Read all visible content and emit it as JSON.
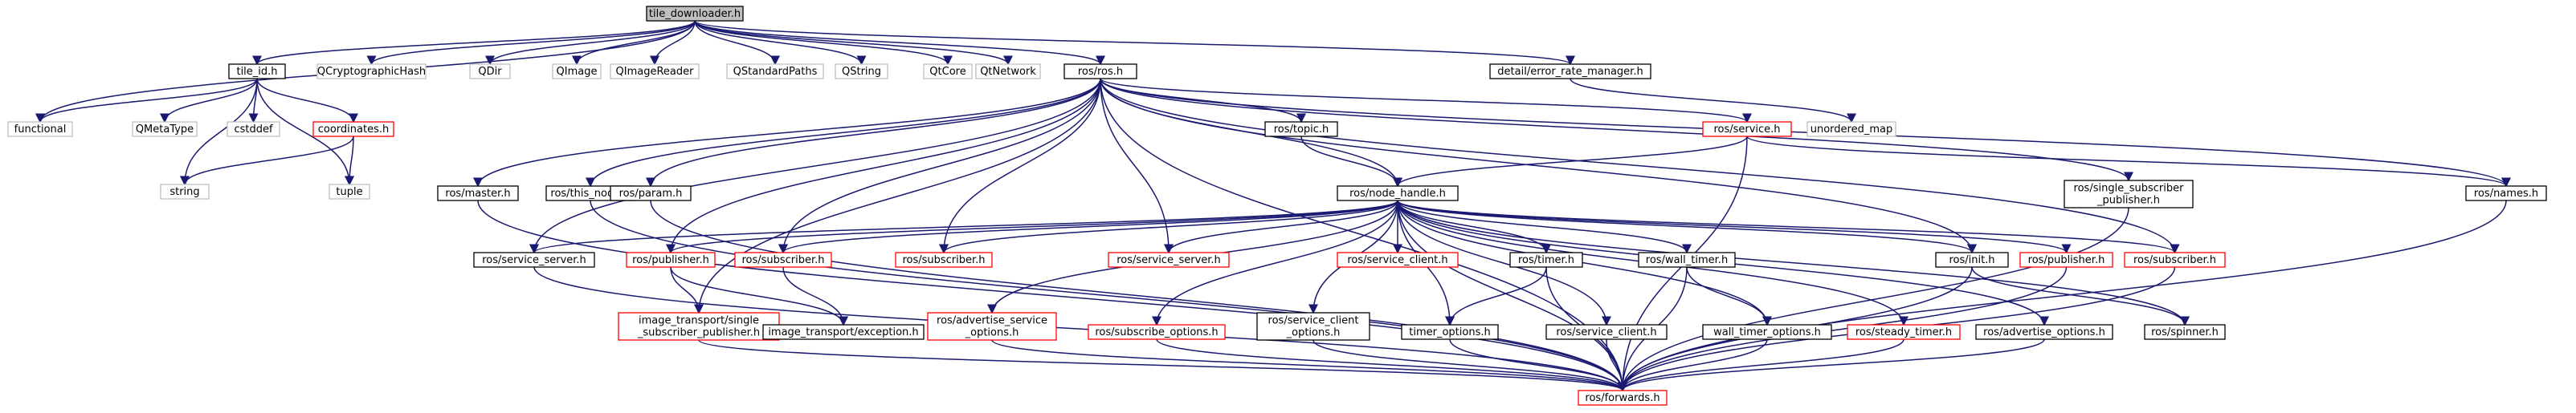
{
  "nodes": [
    {
      "id": "tile_downloader",
      "label": "tile_downloader.h",
      "kind": "root"
    },
    {
      "id": "functional",
      "label": "functional",
      "kind": "external"
    },
    {
      "id": "QCryptographicHash",
      "label": "QCryptographicHash",
      "kind": "external"
    },
    {
      "id": "QDir",
      "label": "QDir",
      "kind": "external"
    },
    {
      "id": "QImage",
      "label": "QImage",
      "kind": "external"
    },
    {
      "id": "QImageReader",
      "label": "QImageReader",
      "kind": "external"
    },
    {
      "id": "QStandardPaths",
      "label": "QStandardPaths",
      "kind": "external"
    },
    {
      "id": "QString",
      "label": "QString",
      "kind": "external"
    },
    {
      "id": "QtCore",
      "label": "QtCore",
      "kind": "external"
    },
    {
      "id": "QtNetwork",
      "label": "QtNetwork",
      "kind": "external"
    },
    {
      "id": "tile_id",
      "label": "tile_id.h",
      "kind": "local"
    },
    {
      "id": "QMetaType",
      "label": "QMetaType",
      "kind": "external"
    },
    {
      "id": "cstddef",
      "label": "cstddef",
      "kind": "external"
    },
    {
      "id": "coordinates",
      "label": "coordinates.h",
      "kind": "missing"
    },
    {
      "id": "string",
      "label": "string",
      "kind": "external"
    },
    {
      "id": "tuple",
      "label": "tuple",
      "kind": "external"
    },
    {
      "id": "ros_ros",
      "label": "ros/ros.h",
      "kind": "local"
    },
    {
      "id": "error_rate_manager",
      "label": "detail/error_rate_manager.h",
      "kind": "local"
    },
    {
      "id": "unordered_map",
      "label": "unordered_map",
      "kind": "external"
    },
    {
      "id": "ros_topic",
      "label": "ros/topic.h",
      "kind": "local"
    },
    {
      "id": "ros_service_top",
      "label": "ros/service.h",
      "kind": "missing"
    },
    {
      "id": "ros_master",
      "label": "ros/master.h",
      "kind": "local"
    },
    {
      "id": "ros_this_node",
      "label": "ros/this_node.h",
      "kind": "local"
    },
    {
      "id": "ros_param",
      "label": "ros/param.h",
      "kind": "local"
    },
    {
      "id": "ros_node_handle",
      "label": "ros/node_handle.h",
      "kind": "local"
    },
    {
      "id": "ros_single_sub_pub",
      "label": "ros/single_subscriber\n_publisher.h",
      "kind": "local"
    },
    {
      "id": "ros_names",
      "label": "ros/names.h",
      "kind": "local"
    },
    {
      "id": "ros_service_server_1",
      "label": "ros/service_server.h",
      "kind": "local"
    },
    {
      "id": "ros_publisher_1",
      "label": "ros/publisher.h",
      "kind": "missing"
    },
    {
      "id": "ros_subscriber_1",
      "label": "ros/subscriber.h",
      "kind": "missing"
    },
    {
      "id": "ros_subscriber_2",
      "label": "ros/subscriber.h",
      "kind": "missing"
    },
    {
      "id": "ros_service_server_2",
      "label": "ros/service_server.h",
      "kind": "missing"
    },
    {
      "id": "ros_service_client_1",
      "label": "ros/service_client.h",
      "kind": "missing"
    },
    {
      "id": "ros_timer",
      "label": "ros/timer.h",
      "kind": "local"
    },
    {
      "id": "ros_wall_timer",
      "label": "ros/wall_timer.h",
      "kind": "local"
    },
    {
      "id": "ros_init",
      "label": "ros/init.h",
      "kind": "local"
    },
    {
      "id": "ros_publisher_2",
      "label": "ros/publisher.h",
      "kind": "missing"
    },
    {
      "id": "ros_subscriber_3",
      "label": "ros/subscriber.h",
      "kind": "missing"
    },
    {
      "id": "image_transport_ssp",
      "label": "image_transport/single\n_subscriber_publisher.h",
      "kind": "missing"
    },
    {
      "id": "image_transport_exception",
      "label": "image_transport/exception.h",
      "kind": "local"
    },
    {
      "id": "ros_advertise_service_options",
      "label": "ros/advertise_service\n_options.h",
      "kind": "missing"
    },
    {
      "id": "ros_subscribe_options",
      "label": "ros/subscribe_options.h",
      "kind": "missing"
    },
    {
      "id": "ros_service_client_options",
      "label": "ros/service_client\n_options.h",
      "kind": "local"
    },
    {
      "id": "timer_options",
      "label": "timer_options.h",
      "kind": "local"
    },
    {
      "id": "ros_service_client_2",
      "label": "ros/service_client.h",
      "kind": "local"
    },
    {
      "id": "wall_timer_options",
      "label": "wall_timer_options.h",
      "kind": "local"
    },
    {
      "id": "ros_steady_timer",
      "label": "ros/steady_timer.h",
      "kind": "missing"
    },
    {
      "id": "ros_advertise_options",
      "label": "ros/advertise_options.h",
      "kind": "local"
    },
    {
      "id": "ros_spinner",
      "label": "ros/spinner.h",
      "kind": "local"
    },
    {
      "id": "ros_forwards",
      "label": "ros/forwards.h",
      "kind": "missing"
    }
  ],
  "edges": [
    [
      "tile_downloader",
      "functional"
    ],
    [
      "tile_downloader",
      "QCryptographicHash"
    ],
    [
      "tile_downloader",
      "QDir"
    ],
    [
      "tile_downloader",
      "QImage"
    ],
    [
      "tile_downloader",
      "QImageReader"
    ],
    [
      "tile_downloader",
      "QStandardPaths"
    ],
    [
      "tile_downloader",
      "QString"
    ],
    [
      "tile_downloader",
      "QtCore"
    ],
    [
      "tile_downloader",
      "QtNetwork"
    ],
    [
      "tile_downloader",
      "tile_id"
    ],
    [
      "tile_downloader",
      "ros_ros"
    ],
    [
      "tile_downloader",
      "error_rate_manager"
    ],
    [
      "tile_id",
      "functional"
    ],
    [
      "tile_id",
      "QMetaType"
    ],
    [
      "tile_id",
      "cstddef"
    ],
    [
      "tile_id",
      "coordinates"
    ],
    [
      "tile_id",
      "string"
    ],
    [
      "tile_id",
      "tuple"
    ],
    [
      "coordinates",
      "string"
    ],
    [
      "coordinates",
      "tuple"
    ],
    [
      "error_rate_manager",
      "unordered_map"
    ],
    [
      "ros_ros",
      "ros_topic"
    ],
    [
      "ros_ros",
      "ros_service_top"
    ],
    [
      "ros_ros",
      "ros_master"
    ],
    [
      "ros_ros",
      "ros_this_node"
    ],
    [
      "ros_ros",
      "ros_param"
    ],
    [
      "ros_ros",
      "ros_node_handle"
    ],
    [
      "ros_ros",
      "ros_single_sub_pub"
    ],
    [
      "ros_ros",
      "ros_names"
    ],
    [
      "ros_ros",
      "ros_service_server_1"
    ],
    [
      "ros_ros",
      "ros_publisher_1"
    ],
    [
      "ros_ros",
      "ros_subscriber_1"
    ],
    [
      "ros_ros",
      "ros_subscriber_2"
    ],
    [
      "ros_ros",
      "ros_service_server_2"
    ],
    [
      "ros_ros",
      "ros_init"
    ],
    [
      "ros_ros",
      "ros_subscriber_3"
    ],
    [
      "ros_ros",
      "image_transport_ssp"
    ],
    [
      "ros_ros",
      "ros_forwards"
    ],
    [
      "ros_topic",
      "ros_node_handle"
    ],
    [
      "ros_service_top",
      "ros_node_handle"
    ],
    [
      "ros_service_top",
      "ros_forwards"
    ],
    [
      "ros_service_top",
      "ros_names"
    ],
    [
      "ros_master",
      "ros_forwards"
    ],
    [
      "ros_this_node",
      "ros_forwards"
    ],
    [
      "ros_param",
      "ros_forwards"
    ],
    [
      "ros_single_sub_pub",
      "ros_forwards"
    ],
    [
      "ros_names",
      "ros_forwards"
    ],
    [
      "ros_node_handle",
      "ros_service_server_1"
    ],
    [
      "ros_node_handle",
      "ros_publisher_1"
    ],
    [
      "ros_node_handle",
      "ros_subscriber_1"
    ],
    [
      "ros_node_handle",
      "ros_subscriber_2"
    ],
    [
      "ros_node_handle",
      "ros_service_server_2"
    ],
    [
      "ros_node_handle",
      "ros_service_client_1"
    ],
    [
      "ros_node_handle",
      "ros_timer"
    ],
    [
      "ros_node_handle",
      "ros_wall_timer"
    ],
    [
      "ros_node_handle",
      "ros_init"
    ],
    [
      "ros_node_handle",
      "ros_publisher_2"
    ],
    [
      "ros_node_handle",
      "ros_subscriber_3"
    ],
    [
      "ros_node_handle",
      "ros_advertise_service_options"
    ],
    [
      "ros_node_handle",
      "ros_subscribe_options"
    ],
    [
      "ros_node_handle",
      "ros_service_client_options"
    ],
    [
      "ros_node_handle",
      "timer_options"
    ],
    [
      "ros_node_handle",
      "ros_service_client_2"
    ],
    [
      "ros_node_handle",
      "wall_timer_options"
    ],
    [
      "ros_node_handle",
      "ros_steady_timer"
    ],
    [
      "ros_node_handle",
      "ros_advertise_options"
    ],
    [
      "ros_node_handle",
      "ros_spinner"
    ],
    [
      "ros_node_handle",
      "ros_forwards"
    ],
    [
      "ros_service_server_1",
      "ros_forwards"
    ],
    [
      "ros_publisher_1",
      "image_transport_ssp"
    ],
    [
      "ros_publisher_1",
      "image_transport_exception"
    ],
    [
      "ros_subscriber_1",
      "image_transport_exception"
    ],
    [
      "ros_timer",
      "timer_options"
    ],
    [
      "ros_timer",
      "ros_forwards"
    ],
    [
      "ros_wall_timer",
      "wall_timer_options"
    ],
    [
      "ros_wall_timer",
      "ros_forwards"
    ],
    [
      "ros_init",
      "ros_spinner"
    ],
    [
      "ros_init",
      "ros_forwards"
    ],
    [
      "ros_publisher_2",
      "ros_forwards"
    ],
    [
      "ros_subscriber_3",
      "ros_forwards"
    ],
    [
      "image_transport_ssp",
      "ros_forwards"
    ],
    [
      "ros_advertise_service_options",
      "ros_forwards"
    ],
    [
      "ros_subscribe_options",
      "ros_forwards"
    ],
    [
      "ros_service_client_options",
      "ros_forwards"
    ],
    [
      "timer_options",
      "ros_forwards"
    ],
    [
      "ros_service_client_2",
      "ros_forwards"
    ],
    [
      "wall_timer_options",
      "ros_forwards"
    ],
    [
      "ros_steady_timer",
      "ros_forwards"
    ],
    [
      "ros_advertise_options",
      "ros_forwards"
    ]
  ],
  "colors": {
    "root_fill": "#bfbfbf",
    "local_stroke": "#000000",
    "external_stroke": "#bfbfbf",
    "missing_stroke": "#ff0000",
    "text": "#000000",
    "edge_tile_downloader": "#191970",
    "edge_ros_node_handle": "#191970",
    "edge_default": "#191970"
  }
}
